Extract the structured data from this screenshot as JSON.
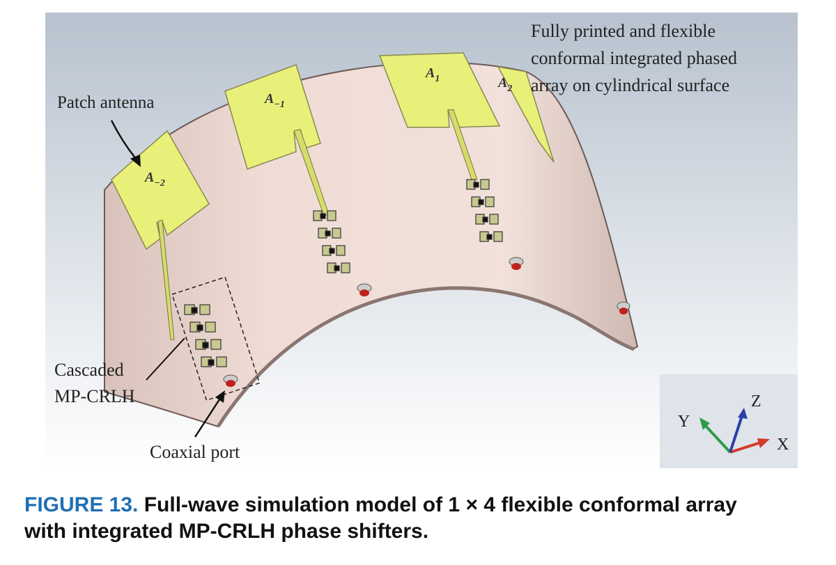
{
  "figure": {
    "annotations": {
      "patch_antenna": "Patch antenna",
      "array_desc_line1": "Fully printed and flexible",
      "array_desc_line2": "conformal integrated phased",
      "array_desc_line3": "array on cylindrical surface",
      "cascaded_line1": "Cascaded",
      "cascaded_line2": "MP-CRLH",
      "coaxial_port": "Coaxial port"
    },
    "antenna_labels": [
      {
        "base": "A",
        "sub": "−2"
      },
      {
        "base": "A",
        "sub": "−1"
      },
      {
        "base": "A",
        "sub": "1"
      },
      {
        "base": "A",
        "sub": "2"
      }
    ],
    "axes": {
      "x": "X",
      "y": "Y",
      "z": "Z"
    }
  },
  "caption": {
    "number": "FIGURE 13.",
    "line1": "Full-wave simulation model of 1 × 4 flexible conformal array",
    "line2": "with integrated MP-CRLH phase shifters."
  },
  "colors": {
    "caption_number": "#1f6fb2",
    "patch": "#e9f07a",
    "substrate": "#ecd8d0",
    "axis_x": "#d43a2a",
    "axis_y": "#2f9a4a",
    "axis_z": "#2a3fa8"
  }
}
